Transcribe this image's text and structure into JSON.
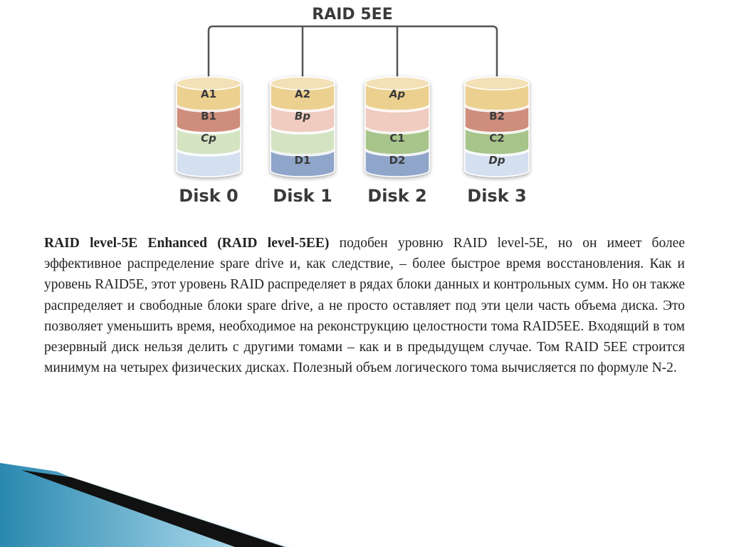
{
  "diagram": {
    "title": "RAID 5EE",
    "colors": {
      "a_row": "#ecd08f",
      "b_row_full": "#cf8d7c",
      "b_row_light": "#efcbc0",
      "c_row": "#a7c48b",
      "c_row_light": "#d4e4c3",
      "d_row": "#8fa5c9",
      "d_row_light": "#d4dfef",
      "lines": "#555555"
    },
    "disks": [
      {
        "label": "Disk 0",
        "segments": [
          {
            "text": "A1",
            "fill": "a_row",
            "italic": false
          },
          {
            "text": "B1",
            "fill": "b_row_full",
            "italic": false
          },
          {
            "text": "Cp",
            "fill": "c_row_light",
            "italic": true
          },
          {
            "text": "",
            "fill": "d_row_light",
            "italic": false
          }
        ]
      },
      {
        "label": "Disk 1",
        "segments": [
          {
            "text": "A2",
            "fill": "a_row",
            "italic": false
          },
          {
            "text": "Bp",
            "fill": "b_row_light",
            "italic": true
          },
          {
            "text": "",
            "fill": "c_row_light",
            "italic": false
          },
          {
            "text": "D1",
            "fill": "d_row",
            "italic": false
          }
        ]
      },
      {
        "label": "Disk 2",
        "segments": [
          {
            "text": "Ap",
            "fill": "a_row",
            "italic": true
          },
          {
            "text": "",
            "fill": "b_row_light",
            "italic": false
          },
          {
            "text": "C1",
            "fill": "c_row",
            "italic": false
          },
          {
            "text": "D2",
            "fill": "d_row",
            "italic": false
          }
        ]
      },
      {
        "label": "Disk 3",
        "segments": [
          {
            "text": "",
            "fill": "a_row",
            "italic": false
          },
          {
            "text": "B2",
            "fill": "b_row_full",
            "italic": false
          },
          {
            "text": "C2",
            "fill": "c_row",
            "italic": false
          },
          {
            "text": "Dp",
            "fill": "d_row_light",
            "italic": true
          }
        ]
      }
    ]
  },
  "text": {
    "bold_lead": "RAID level-5E Enhanced (RAID level-5EE)",
    "body": " подобен уровню RAID level-5E, но он имеет более эффективное распределение spare drive и, как следствие, – более быстрое время восстановления. Как и уровень RAID5E, этот уровень RAID распределяет в рядах блоки данных и контрольных сумм. Но он также распределяет и свободные блоки spare drive, а не просто оставляет под эти цели часть объема диска. Это позволяет уменьшить время, необходимое на реконструкцию целостности тома RAID5EE. Входящий в том резервный диск нельзя делить с другими томами – как и в предыдущем случае. Том RAID 5EE строится минимум на четырех физических дисках. Полезный объем логического тома вычисляется по формуле N-2."
  },
  "decor": {
    "blue_dark": "#2a88b0",
    "blue_light": "#a9d8ea",
    "black": "#111111"
  }
}
